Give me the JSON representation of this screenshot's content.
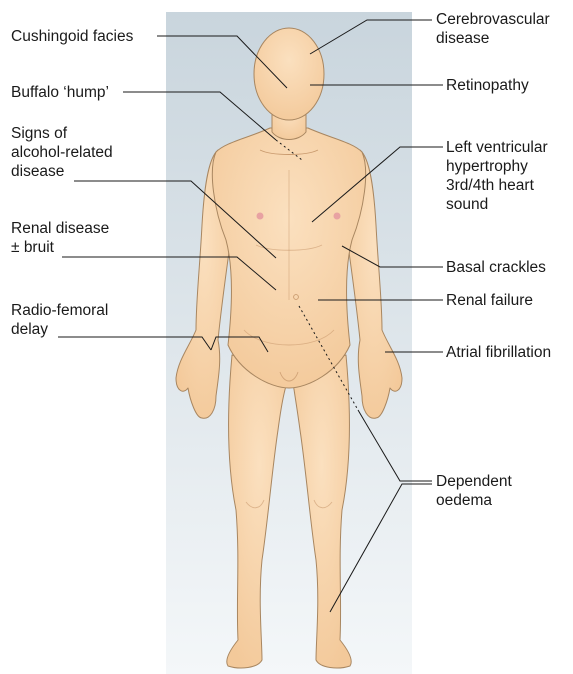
{
  "colors": {
    "panel_top": "#c9d5dd",
    "panel_bottom": "#f3f6f8",
    "skin": "#f9d6ad",
    "skin_shade": "#eab98b",
    "outline": "#a88660",
    "leader": "#1a1a1a"
  },
  "labels": {
    "cushingoid": [
      "Cushingoid facies"
    ],
    "buffalo": [
      "Buffalo ‘hump’"
    ],
    "alcohol": [
      "Signs of",
      "alcohol-related",
      "disease"
    ],
    "renal_disease": [
      "Renal disease",
      "± bruit"
    ],
    "radio_femoral": [
      "Radio-femoral",
      "delay"
    ],
    "cerebrovascular": [
      "Cerebrovascular",
      "disease"
    ],
    "retinopathy": [
      "Retinopathy"
    ],
    "lvh": [
      "Left ventricular",
      "hypertrophy",
      "3rd/4th heart",
      "sound"
    ],
    "basal": [
      "Basal crackles"
    ],
    "renal_failure": [
      "Renal failure"
    ],
    "af": [
      "Atrial fibrillation"
    ],
    "oedema": [
      "Dependent",
      "oedema"
    ]
  }
}
